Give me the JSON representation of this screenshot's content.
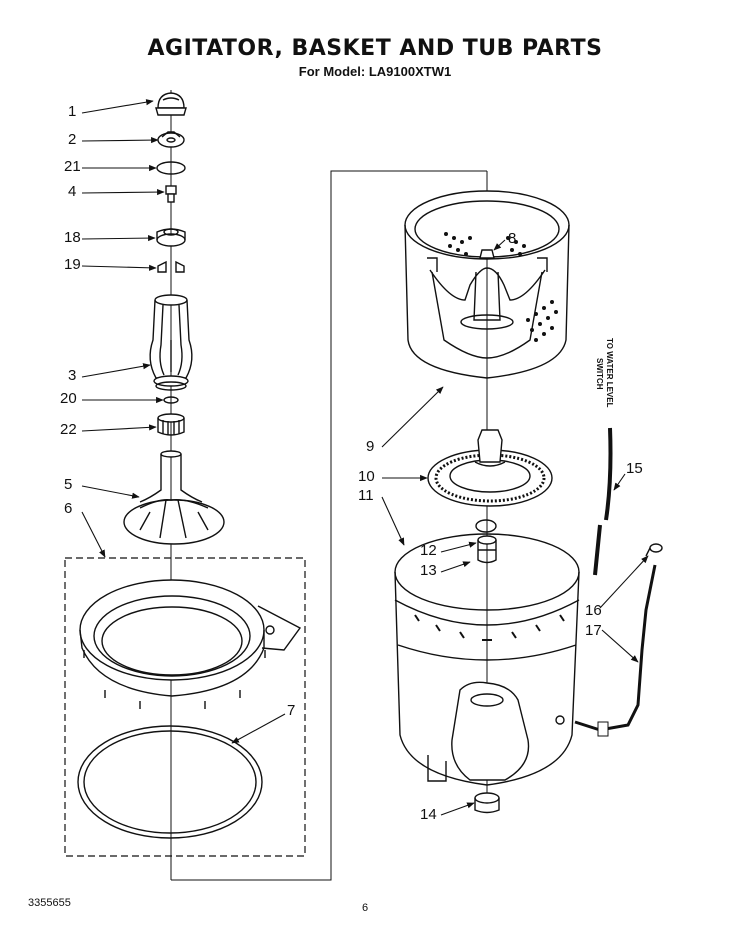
{
  "header": {
    "title": "AGITATOR, BASKET AND TUB PARTS",
    "subtitle": "For Model: LA9100XTW1"
  },
  "footer": {
    "doc_number": "3355655",
    "page_number": "6"
  },
  "note": {
    "line1": "TO WATER LEVEL",
    "line2": "SWITCH"
  },
  "callouts": {
    "c1": "1",
    "c2": "2",
    "c21": "21",
    "c4": "4",
    "c18": "18",
    "c19": "19",
    "c3": "3",
    "c20": "20",
    "c22": "22",
    "c5": "5",
    "c6": "6",
    "c7": "7",
    "c8": "8",
    "c9": "9",
    "c10": "10",
    "c11": "11",
    "c12": "12",
    "c13": "13",
    "c14": "14",
    "c15": "15",
    "c16": "16",
    "c17": "17"
  }
}
